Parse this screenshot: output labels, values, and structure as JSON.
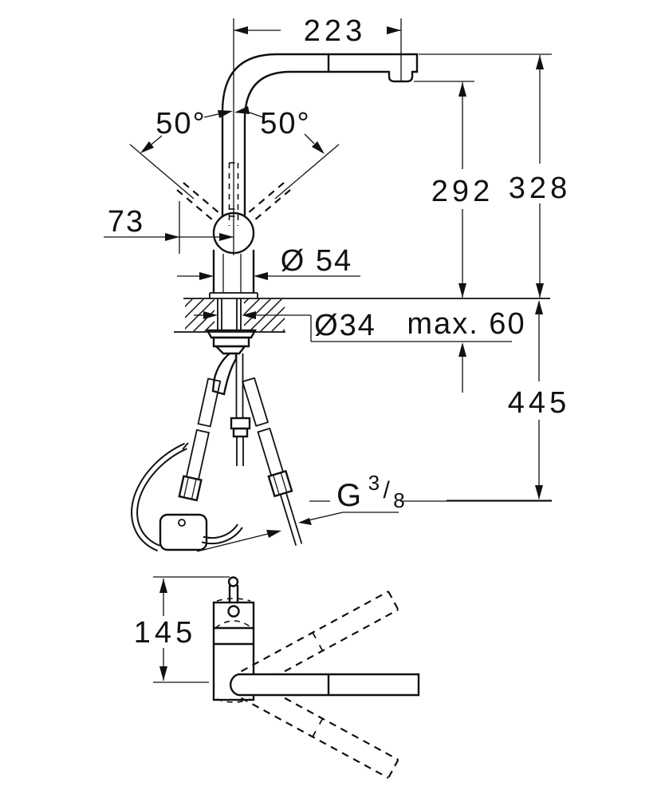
{
  "drawing": {
    "type": "faucet installation dimensional drawing",
    "views": {
      "front": "front elevation with mounting hoses",
      "top": "top view with swivel spout positions"
    },
    "colors": {
      "line": "#111111",
      "background": "#ffffff"
    }
  },
  "dims": {
    "spout_reach": "223",
    "swivel_left": "50°",
    "swivel_right": "50°",
    "lever_clearance": "73",
    "height_underside": "292",
    "height_top": "328",
    "body_diameter": "Ø 54",
    "hole_diameter": "Ø34",
    "max_deck_thickness": "max. 60",
    "hose_drop": "445",
    "top_view_depth": "145",
    "thread": {
      "g": "G",
      "num": "3",
      "slash": "/",
      "den": "8"
    }
  },
  "dimensions_mm": {
    "spout_reach": 223,
    "swivel_angle_each_side_deg": 50,
    "lever_clearance": 73,
    "height_to_spout_underside": 292,
    "height_to_spout_top": 328,
    "body_diameter": 54,
    "required_hole_diameter": 34,
    "max_counter_thickness": 60,
    "hose_length_below_deck": 445,
    "top_view_depth": 145,
    "supply_thread": "G 3/8"
  }
}
